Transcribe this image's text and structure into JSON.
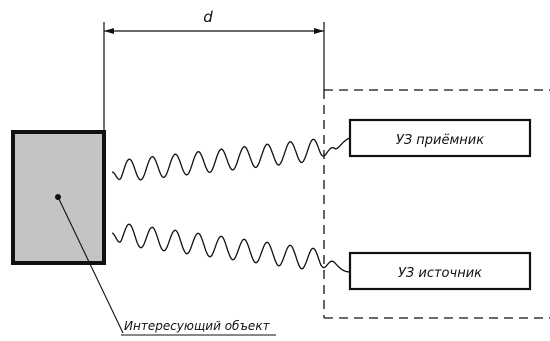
{
  "dimension": {
    "label": "d"
  },
  "receiver": {
    "label": "УЗ приёмник"
  },
  "source": {
    "label": "УЗ источник"
  },
  "object": {
    "label": "Интересующий объект"
  },
  "colors": {
    "line": "#111111",
    "object_fill": "#c4c4c4",
    "background": "#ffffff"
  }
}
